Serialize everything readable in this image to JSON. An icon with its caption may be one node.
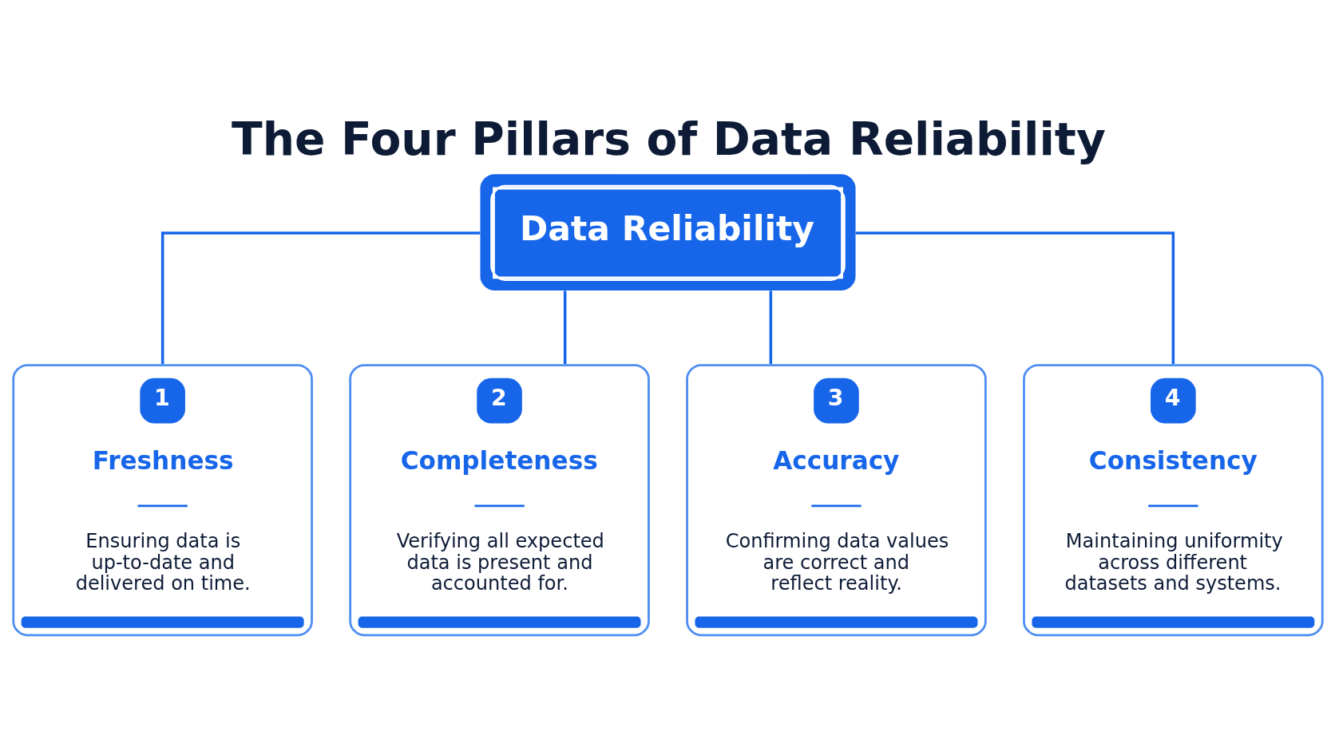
{
  "diagram": {
    "title": "The Four Pillars of Data Reliability",
    "nodes": [
      {
        "text": [
          "Data Reliability"
        ]
      },
      {
        "text": [
          "1",
          "Freshness",
          "Ensuring data is up-to-date and delivered on time."
        ]
      },
      {
        "text": [
          "2",
          "Completeness",
          "Verifying all expected data is present and accounted for."
        ]
      },
      {
        "text": [
          "3",
          "Accuracy",
          "Confirming data values are correct and reflect reality."
        ]
      },
      {
        "text": [
          "4",
          "Consistency",
          "Maintaining uniformity across different datasets and systems."
        ]
      }
    ],
    "edges": [
      {
        "from": 0,
        "to": 1,
        "arrow": "none"
      },
      {
        "from": 0,
        "to": 2,
        "arrow": "none"
      },
      {
        "from": 0,
        "to": 3,
        "arrow": "none"
      },
      {
        "from": 0,
        "to": 4,
        "arrow": "none"
      }
    ]
  }
}
